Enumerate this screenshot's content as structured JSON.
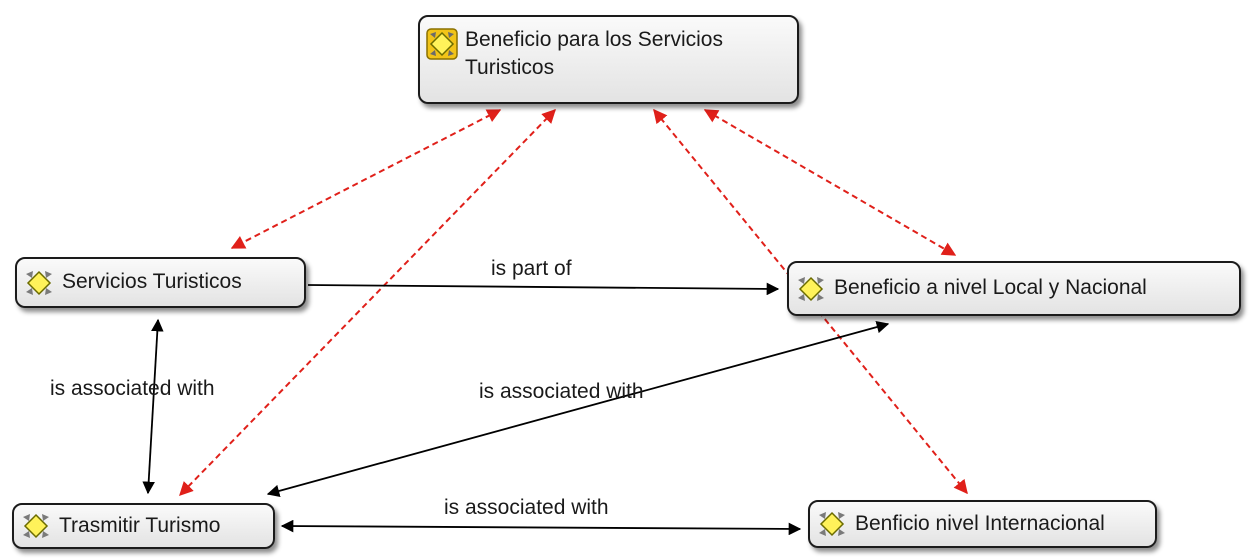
{
  "concepts": {
    "main": {
      "label": "Beneficio para los Servicios Turisticos",
      "icon": "concept-icon"
    },
    "servicios": {
      "label": "Servicios Turisticos",
      "icon": "concept-icon"
    },
    "local": {
      "label": "Beneficio a nivel Local y Nacional",
      "icon": "concept-icon"
    },
    "trasmitir": {
      "label": "Trasmitir Turismo",
      "icon": "concept-icon"
    },
    "internacional": {
      "label": "Benficio nivel Internacional",
      "icon": "concept-icon"
    }
  },
  "links": {
    "part_of": "is part of",
    "assoc_left": "is associated with",
    "assoc_diag": "is associated with",
    "assoc_bottom": "is associated with"
  },
  "colors": {
    "link": "#000000",
    "cross_link": "#e0201a"
  }
}
